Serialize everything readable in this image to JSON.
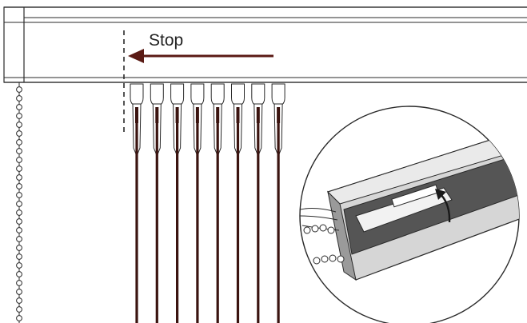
{
  "diagram": {
    "instruction_label": "Stop",
    "arrow_direction": "left",
    "colors": {
      "line": "#2a2a2a",
      "stop_arrow": "#5a1a14",
      "slats": "#3b1410",
      "track_fill": "#ffffff",
      "detail_dark": "#555555",
      "detail_light": "#d6d6d6"
    },
    "carrier_count": 8,
    "icons": [
      "stop-arrow-icon",
      "rotate-arrow-icon",
      "dashed-stop-line-icon"
    ]
  }
}
